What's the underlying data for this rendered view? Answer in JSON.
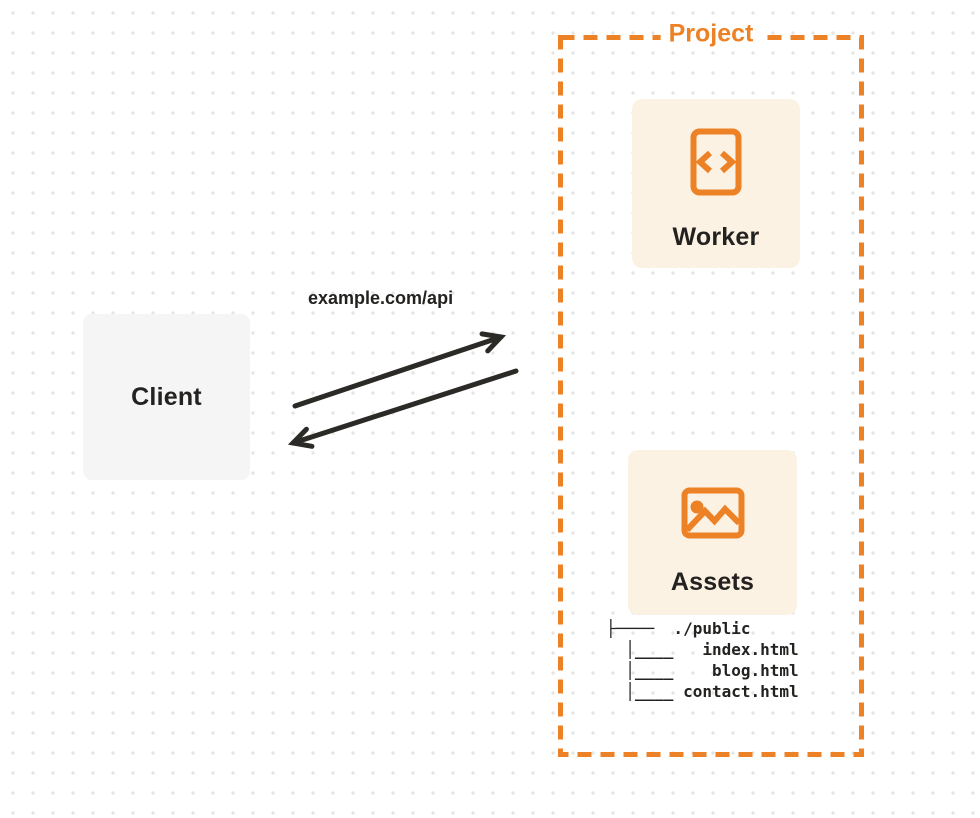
{
  "colors": {
    "orange": "#ED8125",
    "card-bg": "#FCF2E3",
    "client-bg": "#F5F5F5",
    "ink": "#232220",
    "arrow": "#2B2A27",
    "dot": "#E4E4E4"
  },
  "client": {
    "label": "Client"
  },
  "connections": [
    {
      "from": "Client",
      "to": "Project",
      "label": "example.com/api",
      "direction": "request"
    },
    {
      "from": "Project",
      "to": "Client",
      "direction": "response"
    }
  ],
  "project": {
    "label": "Project",
    "nodes": [
      {
        "id": "worker",
        "label": "Worker",
        "icon": "code-file-icon"
      },
      {
        "id": "assets",
        "label": "Assets",
        "icon": "image-icon"
      }
    ],
    "file_tree": "├────  ./public\n  │____   index.html\n  │____    blog.html\n  │____ contact.html"
  }
}
